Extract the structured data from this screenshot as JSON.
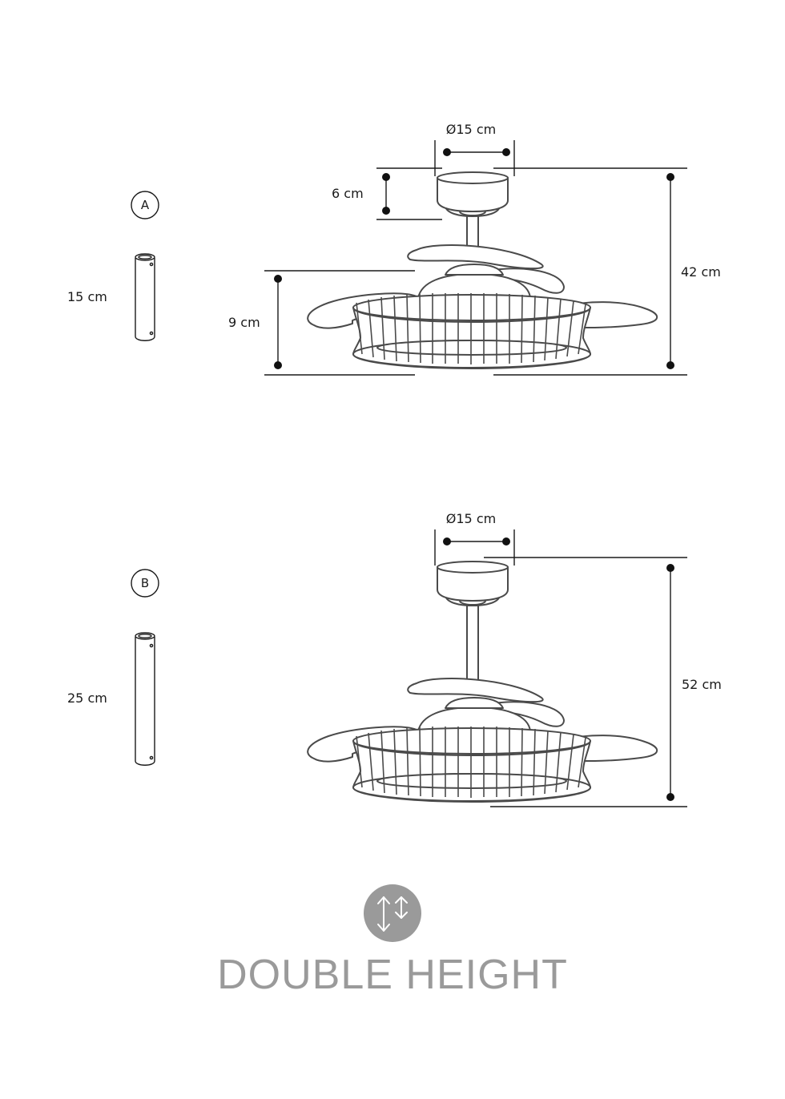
{
  "variant_a": {
    "letter": "A",
    "rod_length": "15 cm",
    "diameter": "Ø15 cm",
    "canopy_height": "6 cm",
    "body_height": "9 cm",
    "total_height": "42 cm"
  },
  "variant_b": {
    "letter": "B",
    "rod_length": "25 cm",
    "diameter": "Ø15 cm",
    "total_height": "52 cm"
  },
  "feature": {
    "icon": "double-height-arrows-icon",
    "label": "DOUBLE HEIGHT"
  },
  "colors": {
    "badge_gray": "#9a9a9a",
    "line": "#1a1a1a"
  }
}
